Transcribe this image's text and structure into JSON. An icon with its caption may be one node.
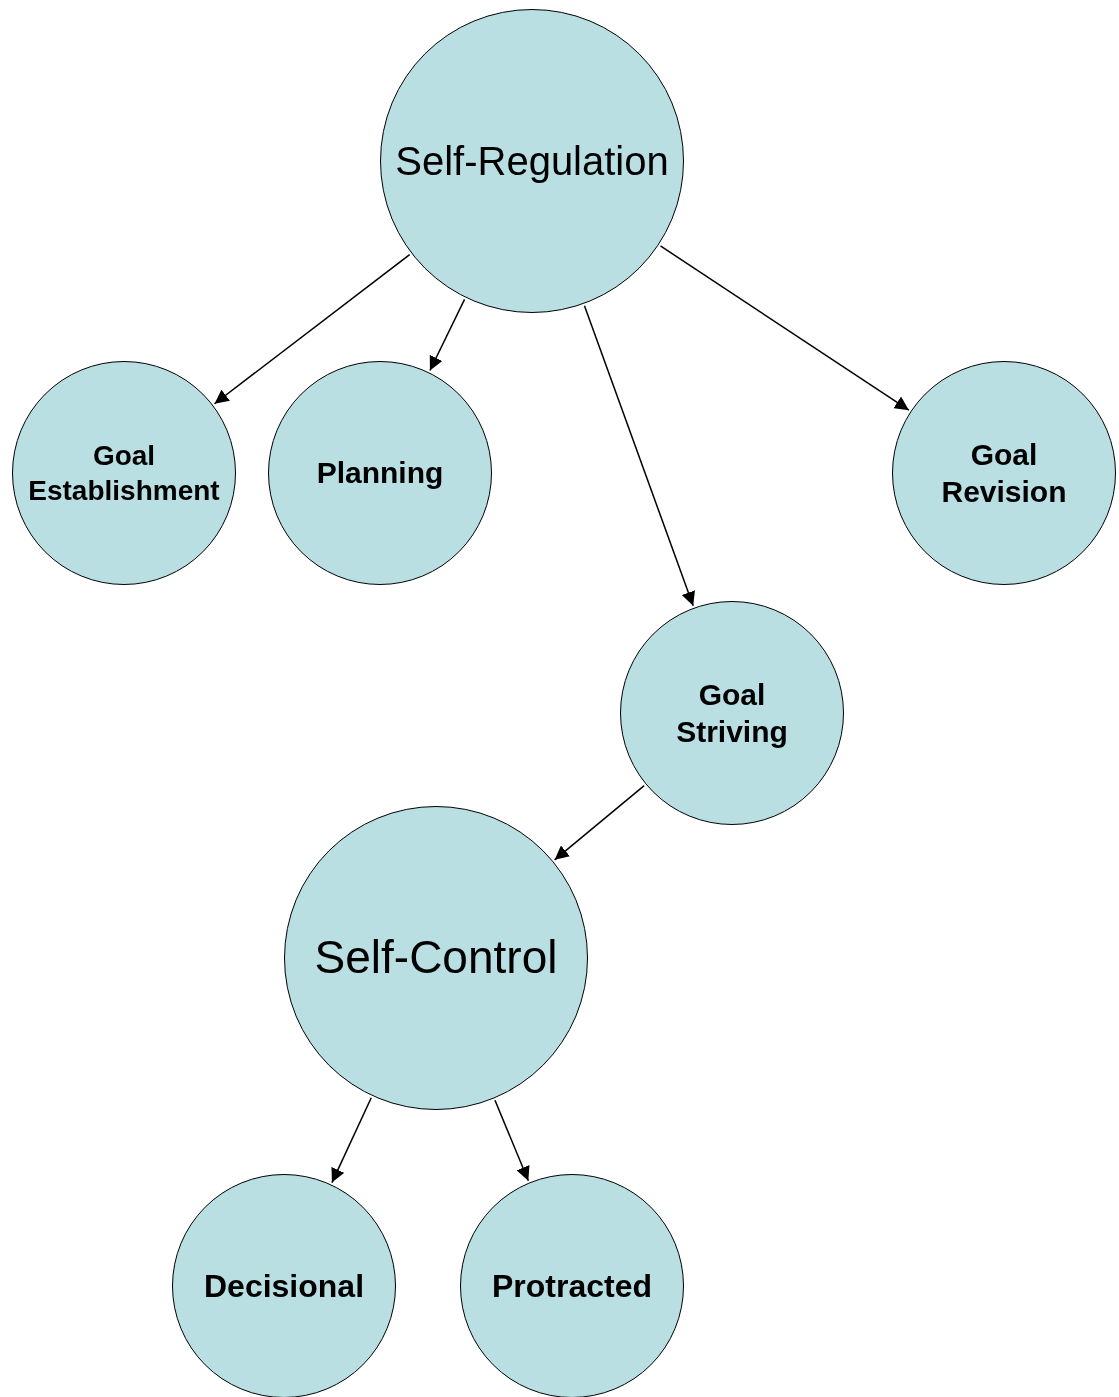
{
  "diagram": {
    "nodes": [
      {
        "text": [
          "Self-Regulation"
        ]
      },
      {
        "text": [
          "Goal Establishment"
        ]
      },
      {
        "text": [
          "Planning"
        ]
      },
      {
        "text": [
          "Goal Revision"
        ]
      },
      {
        "text": [
          "Goal Striving"
        ]
      },
      {
        "text": [
          "Self-Control"
        ]
      },
      {
        "text": [
          "Decisional"
        ]
      },
      {
        "text": [
          "Protracted"
        ]
      }
    ],
    "edges": [
      {
        "from": 0,
        "to": 1,
        "arrow": "to"
      },
      {
        "from": 0,
        "to": 2,
        "arrow": "to"
      },
      {
        "from": 0,
        "to": 4,
        "arrow": "to"
      },
      {
        "from": 0,
        "to": 3,
        "arrow": "to"
      },
      {
        "from": 4,
        "to": 5,
        "arrow": "to"
      },
      {
        "from": 5,
        "to": 6,
        "arrow": "to"
      },
      {
        "from": 5,
        "to": 7,
        "arrow": "to"
      }
    ]
  }
}
